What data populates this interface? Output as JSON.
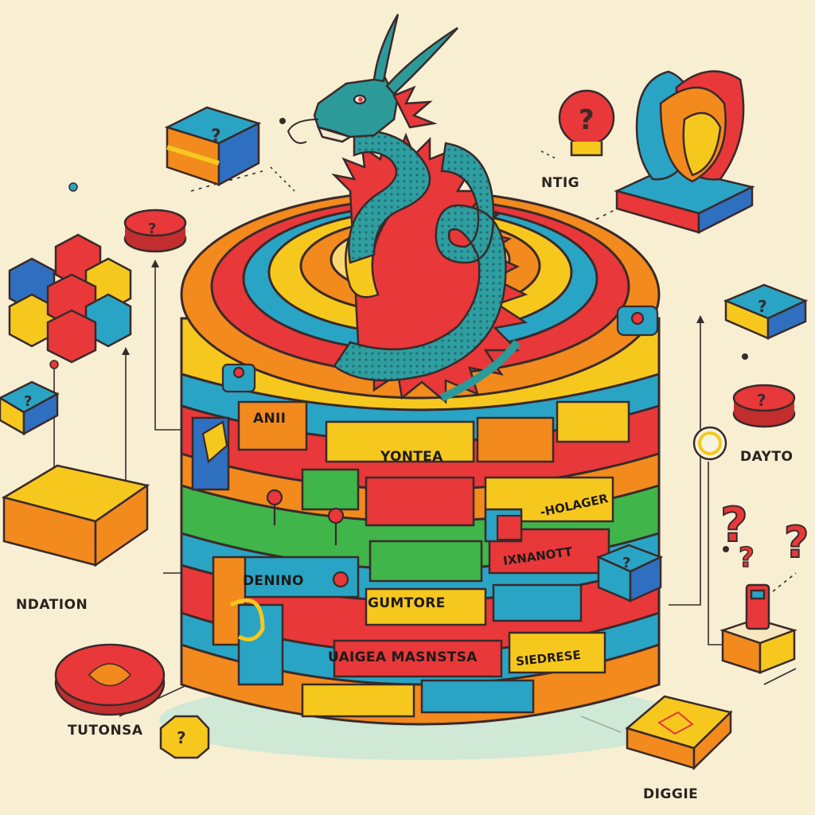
{
  "illustration": {
    "labels": {
      "ntig": "NTIG",
      "dayto": "DAYTO",
      "ndation": "NDATION",
      "tutonsa": "TUTONSA",
      "diggie": "DIGGIE",
      "anii": "ANII",
      "yontea": "YONTEA",
      "holager": "-HOLAGER",
      "ixnanott": "IXNANOTT",
      "denino": "DENINO",
      "gumtore": "GUMTORE",
      "uaigea": "UAIGEA MASNSTSA",
      "siedrese": "SIEDRESE"
    },
    "question_mark": "?",
    "colors": {
      "background": "#f8eed2",
      "red": "#e8383a",
      "orange": "#f28a1e",
      "yellow": "#f6c81e",
      "teal": "#2aa4c4",
      "green": "#3fb54a",
      "blue": "#2f6fc0",
      "dragon": "#2d9a9a",
      "outline": "#3a2a2a"
    }
  }
}
